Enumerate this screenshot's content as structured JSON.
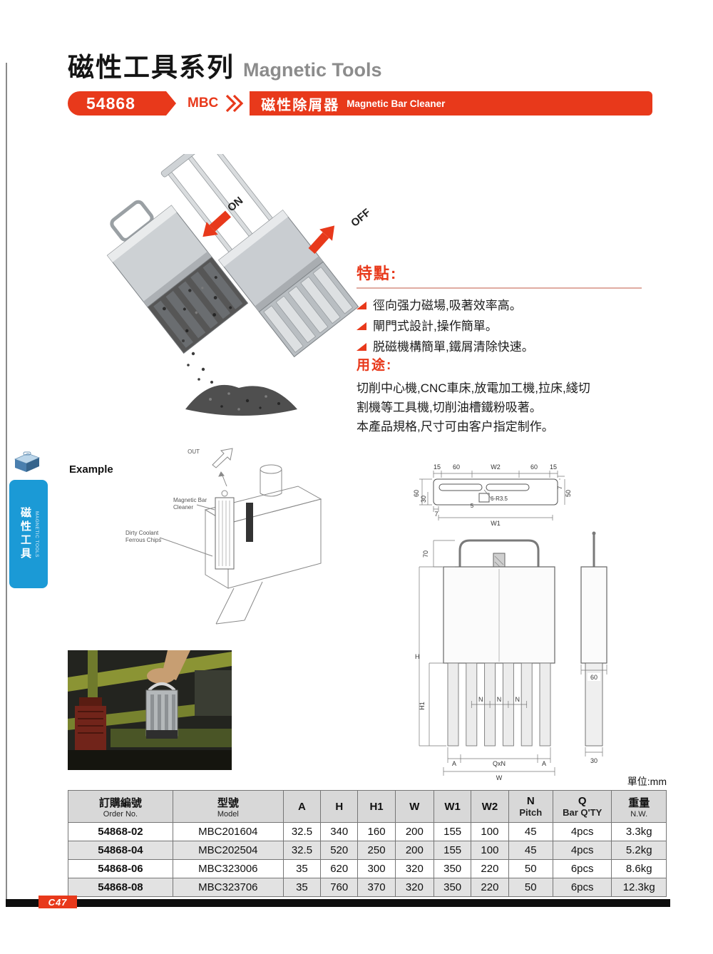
{
  "colors": {
    "accent_red": "#e8391b",
    "tab_blue": "#1b9ad6"
  },
  "header": {
    "title_zh": "磁性工具系列",
    "title_en": "Magnetic Tools"
  },
  "banner": {
    "code": "54868",
    "abbr": "MBC",
    "name_zh": "磁性除屑器",
    "name_en": "Magnetic Bar Cleaner"
  },
  "illustration": {
    "on": "ON",
    "off": "OFF"
  },
  "features": {
    "heading": "特點:",
    "items": [
      "徑向强力磁場,吸著效率高。",
      "閘門式設計,操作簡單。",
      "脱磁機構簡單,鐵屑清除快速。"
    ]
  },
  "usage": {
    "heading": "用途:",
    "lines": [
      "切削中心機,CNC車床,放電加工機,拉床,綫切",
      "割機等工具機,切削油槽鐵粉吸著。",
      "本產品規格,尺寸可由客户指定制作。"
    ]
  },
  "sidebar": {
    "tab_zh": "磁性工具",
    "tab_en": "MAGNETIC TOOLS"
  },
  "example": {
    "label": "Example",
    "out": "OUT",
    "ann1_line1": "Magnetic Bar",
    "ann1_line2": "Cleaner",
    "ann2_line1": "Dirty Coolant",
    "ann2_line2": "Ferrous Chips"
  },
  "drawing_top": {
    "d15a": "15",
    "d60a": "60",
    "w2": "W2",
    "d60b": "60",
    "d15b": "15",
    "left60": "60",
    "left30": "30",
    "bottom7": "7",
    "w1": "W1",
    "radius": "6-R3.5",
    "d5": "5",
    "right7": "7",
    "right50": "50"
  },
  "drawing_front": {
    "d70": "70",
    "h": "H",
    "h1": "H1",
    "n1": "N",
    "n2": "N",
    "n3": "N",
    "a1": "A",
    "qxn": "QxN",
    "a2": "A",
    "w": "W"
  },
  "drawing_side": {
    "d60": "60",
    "d30": "30"
  },
  "unit_note": "單位:mm",
  "table": {
    "headers": [
      {
        "l1": "訂購編號",
        "l2": "Order No."
      },
      {
        "l1": "型號",
        "l2": "Model"
      },
      {
        "l1": "A",
        "l2": ""
      },
      {
        "l1": "H",
        "l2": ""
      },
      {
        "l1": "H1",
        "l2": ""
      },
      {
        "l1": "W",
        "l2": ""
      },
      {
        "l1": "W1",
        "l2": ""
      },
      {
        "l1": "W2",
        "l2": ""
      },
      {
        "l1": "N",
        "l2": "Pitch"
      },
      {
        "l1": "Q",
        "l2": "Bar Q'TY"
      },
      {
        "l1": "重量",
        "l2": "N.W."
      }
    ],
    "rows": [
      [
        "54868-02",
        "MBC201604",
        "32.5",
        "340",
        "160",
        "200",
        "155",
        "100",
        "45",
        "4pcs",
        "3.3kg"
      ],
      [
        "54868-04",
        "MBC202504",
        "32.5",
        "520",
        "250",
        "200",
        "155",
        "100",
        "45",
        "4pcs",
        "5.2kg"
      ],
      [
        "54868-06",
        "MBC323006",
        "35",
        "620",
        "300",
        "320",
        "350",
        "220",
        "50",
        "6pcs",
        "8.6kg"
      ],
      [
        "54868-08",
        "MBC323706",
        "35",
        "760",
        "370",
        "320",
        "350",
        "220",
        "50",
        "6pcs",
        "12.3kg"
      ]
    ]
  },
  "footer": {
    "page_code": "C47"
  }
}
